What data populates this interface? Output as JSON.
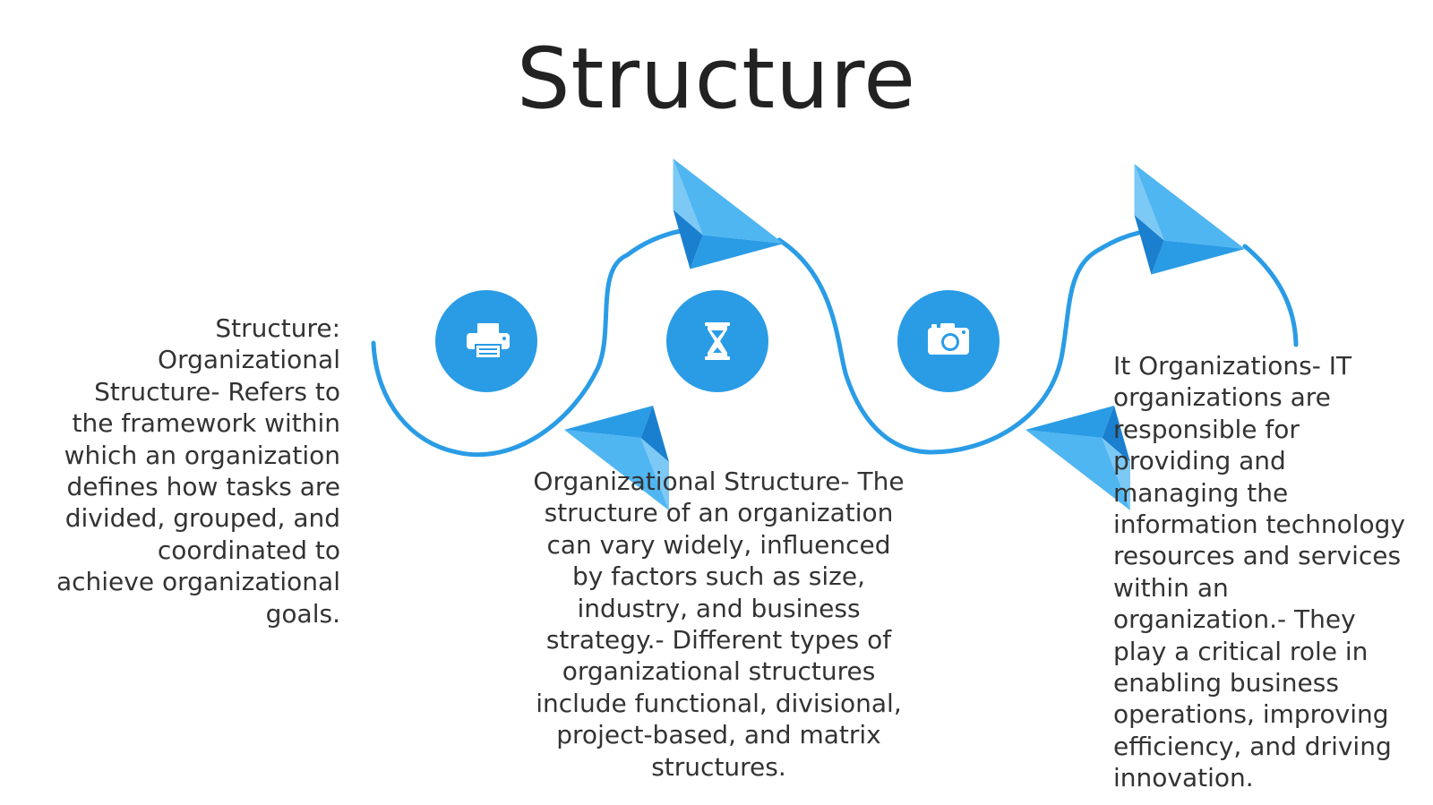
{
  "title": "Structure",
  "colors": {
    "accent": "#2a9ce6",
    "plane_dark": "#1a7fcf",
    "plane_light": "#4fb6f2",
    "icon": "#ffffff",
    "text": "#333333"
  },
  "icons": [
    "printer-icon",
    "hourglass-icon",
    "camera-icon"
  ],
  "blocks": {
    "left": "Structure: Organizational Structure- Refers to the framework within which an organization defines how tasks are divided, grouped, and coordinated to achieve organizational goals.",
    "center": "Organizational Structure- The structure of an organization can vary widely, influenced by factors such as size, industry, and business strategy.- Different types of organizational structures include functional, divisional, project-based, and matrix structures.",
    "right": "It Organizations- IT organizations are responsible for providing and managing the information technology resources and services within an organization.- They play a critical role in enabling business operations, improving efficiency, and driving innovation."
  }
}
